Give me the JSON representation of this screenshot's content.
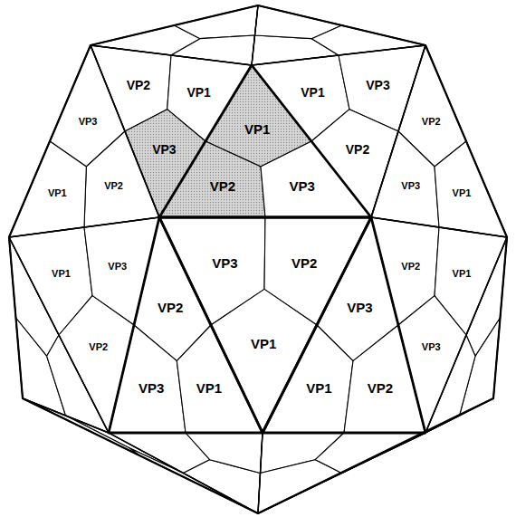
{
  "diagram": {
    "labels": [
      "VP2",
      "VP1",
      "VP1",
      "VP3",
      "VP3",
      "VP1",
      "VP2",
      "VP2",
      "VP2",
      "VP3",
      "VP3",
      "VP1",
      "VP3",
      "VP1",
      "VP2",
      "VP1",
      "VP3",
      "VP3",
      "VP2",
      "VP2",
      "VP1",
      "VP2",
      "VP2",
      "VP3",
      "VP1",
      "VP3",
      "VP3",
      "VP1",
      "VP1",
      "VP2"
    ]
  }
}
